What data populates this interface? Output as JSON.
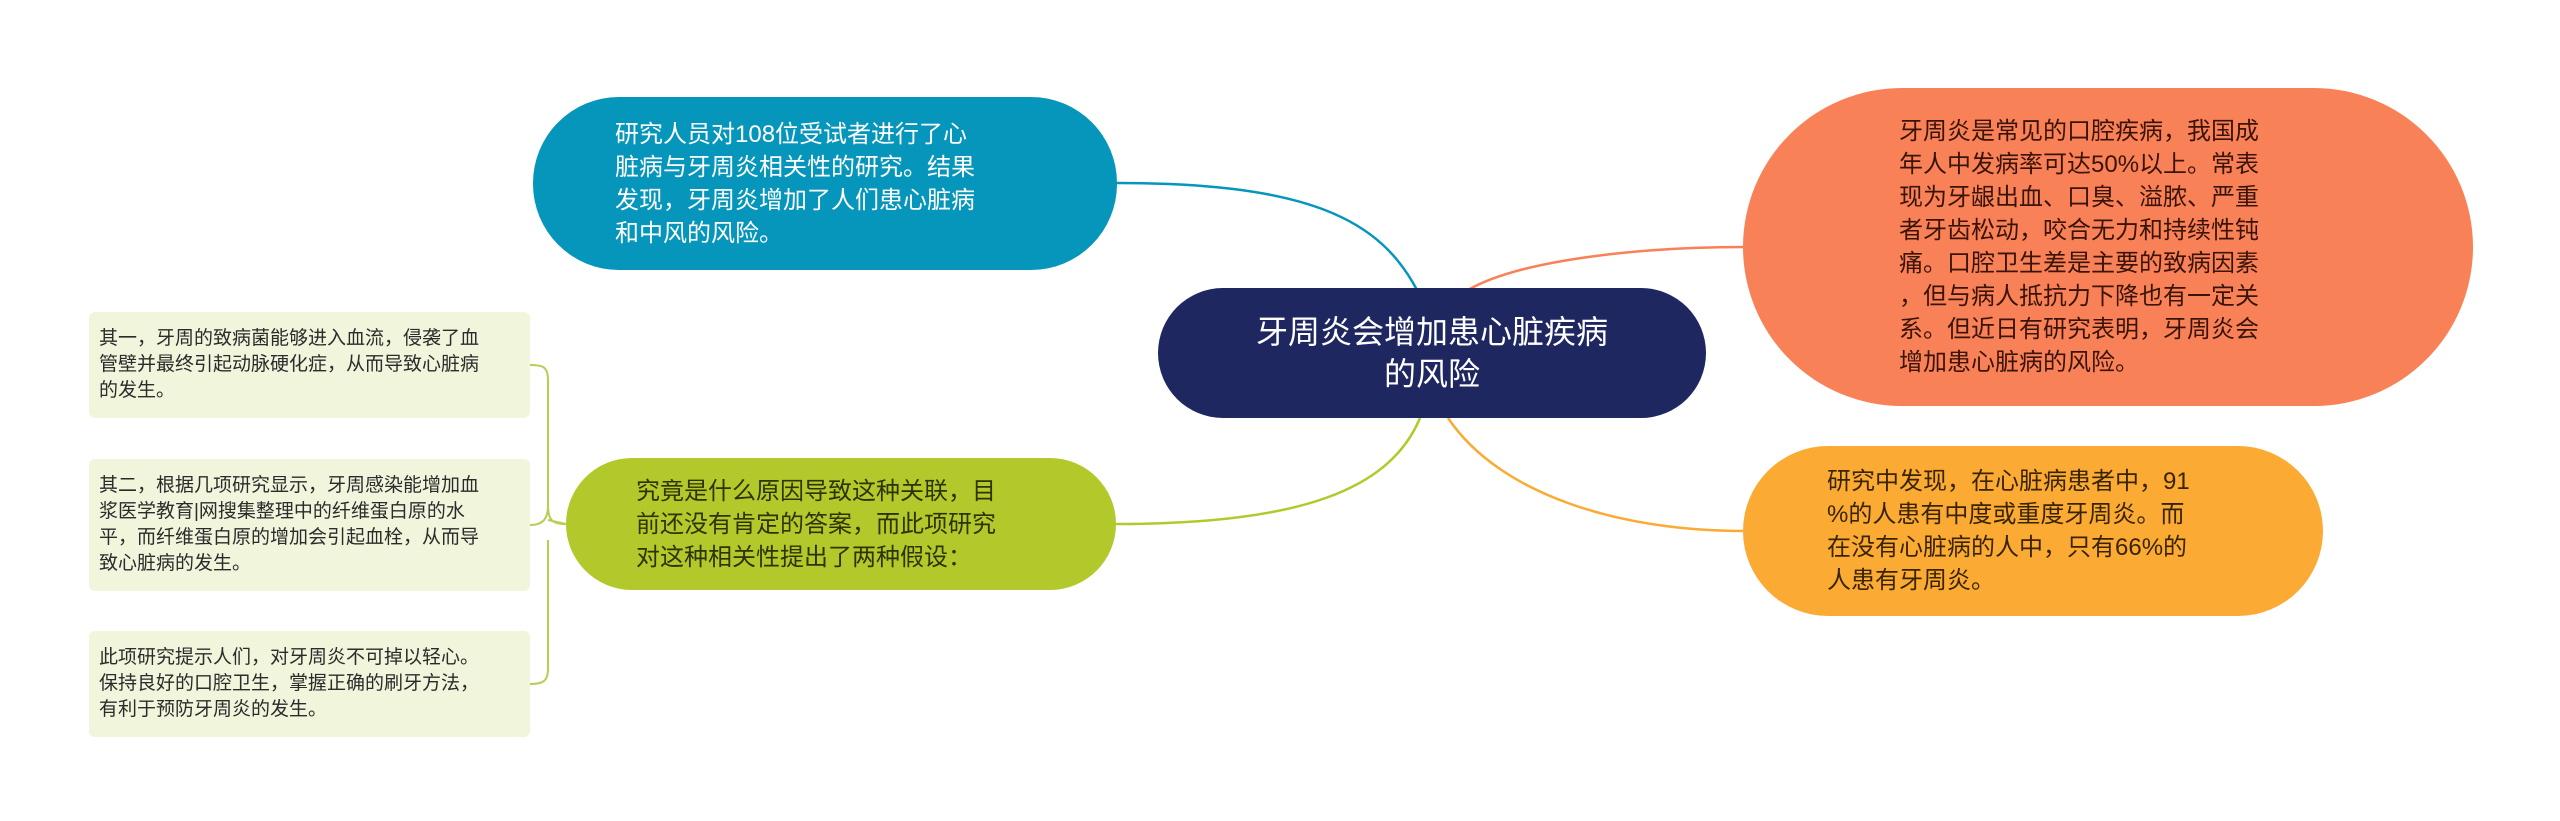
{
  "colors": {
    "central": "#1f2761",
    "blue": "#0696bb",
    "green": "#b3c92b",
    "red": "#f98157",
    "orange": "#fbab33",
    "leaf_bg": "#f1f5dc",
    "leaf_line": "#b9cd55"
  },
  "central": {
    "text": "牙周炎会增加患心脏疾病\n的风险"
  },
  "left": {
    "blue": {
      "text": "研究人员对108位受试者进行了心\n脏病与牙周炎相关性的研究。结果\n发现，牙周炎增加了人们患心脏病\n和中风的风险。"
    },
    "green": {
      "text": "究竟是什么原因导致这种关联，目\n前还没有肯定的答案，而此项研究\n对这种相关性提出了两种假设：",
      "leaves": [
        {
          "text": "其一，牙周的致病菌能够进入血流，侵袭了血\n管壁并最终引起动脉硬化症，从而导致心脏病\n的发生。"
        },
        {
          "text": "其二，根据几项研究显示，牙周感染能增加血\n浆医学教育|网搜集整理中的纤维蛋白原的水\n平，而纤维蛋白原的增加会引起血栓，从而导\n致心脏病的发生。"
        },
        {
          "text": "此项研究提示人们，对牙周炎不可掉以轻心。\n保持良好的口腔卫生，掌握正确的刷牙方法，\n有利于预防牙周炎的发生。"
        }
      ]
    }
  },
  "right": {
    "red": {
      "text": "牙周炎是常见的口腔疾病，我国成\n年人中发病率可达50%以上。常表\n现为牙龈出血、口臭、溢脓、严重\n者牙齿松动，咬合无力和持续性钝\n痛。口腔卫生差是主要的致病因素\n，但与病人抵抗力下降也有一定关\n系。但近日有研究表明，牙周炎会\n增加患心脏病的风险。"
    },
    "orange": {
      "text": "研究中发现，在心脏病患者中，91\n%的人患有中度或重度牙周炎。而\n在没有心脏病的人中，只有66%的\n人患有牙周炎。"
    }
  }
}
